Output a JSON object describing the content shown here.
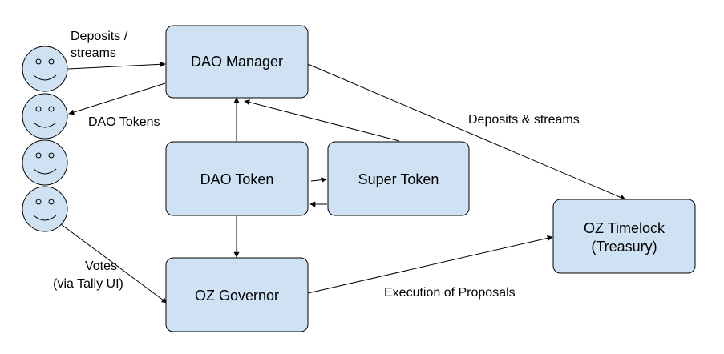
{
  "nodes": {
    "dao_manager": "DAO Manager",
    "dao_token": "DAO Token",
    "super_token": "Super Token",
    "oz_governor": "OZ Governor",
    "oz_timelock_line1": "OZ Timelock",
    "oz_timelock_line2": "(Treasury)"
  },
  "edges": {
    "deposits_streams_line1": "Deposits /",
    "deposits_streams_line2": "streams",
    "dao_tokens": "DAO Tokens",
    "deposits_and_streams": "Deposits & streams",
    "votes_line1": "Votes",
    "votes_line2": "(via Tally UI)",
    "execution_of_proposals": "Execution of Proposals"
  },
  "colors": {
    "node_fill": "#cfe2f3",
    "stroke": "#000000"
  },
  "icons": {
    "user": "smiley-face-icon"
  },
  "users_count_shown": 4
}
